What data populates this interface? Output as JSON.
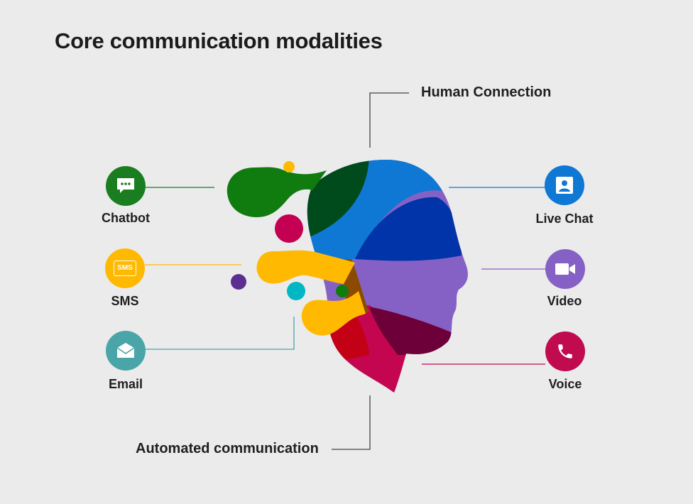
{
  "title": "Core communication modalities",
  "callouts": {
    "top": "Human Connection",
    "bottom": "Automated communication"
  },
  "channels": {
    "chatbot": {
      "label": "Chatbot",
      "icon": "chat-bubble-icon",
      "color": "#1a7d1f"
    },
    "sms": {
      "label": "SMS",
      "icon_text": "SMS",
      "icon": "sms-bubble-icon",
      "color": "#ffb900"
    },
    "email": {
      "label": "Email",
      "icon": "envelope-icon",
      "color": "#4aa5a8"
    },
    "live_chat": {
      "label": "Live Chat",
      "icon": "contact-card-icon",
      "color": "#0f78d4"
    },
    "video": {
      "label": "Video",
      "icon": "video-camera-icon",
      "color": "#8661c5"
    },
    "voice": {
      "label": "Voice",
      "icon": "phone-icon",
      "color": "#c00b4f"
    }
  }
}
